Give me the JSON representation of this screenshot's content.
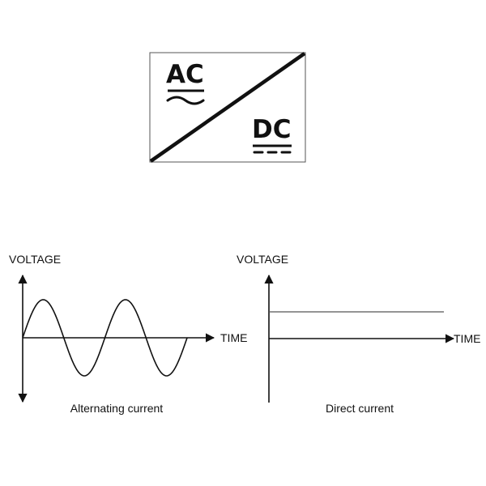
{
  "symbol": {
    "ac_label": "AC",
    "dc_label": "DC"
  },
  "ac_graph": {
    "y_axis_label": "VOLTAGE",
    "x_axis_label": "TIME",
    "caption": "Alternating current",
    "waveform": "sine",
    "cycles": 2
  },
  "dc_graph": {
    "y_axis_label": "VOLTAGE",
    "x_axis_label": "TIME",
    "caption": "Direct current",
    "waveform": "constant"
  },
  "colors": {
    "ink": "#111111",
    "frame": "#555555",
    "dc_level_line": "#555555",
    "background": "#ffffff"
  }
}
